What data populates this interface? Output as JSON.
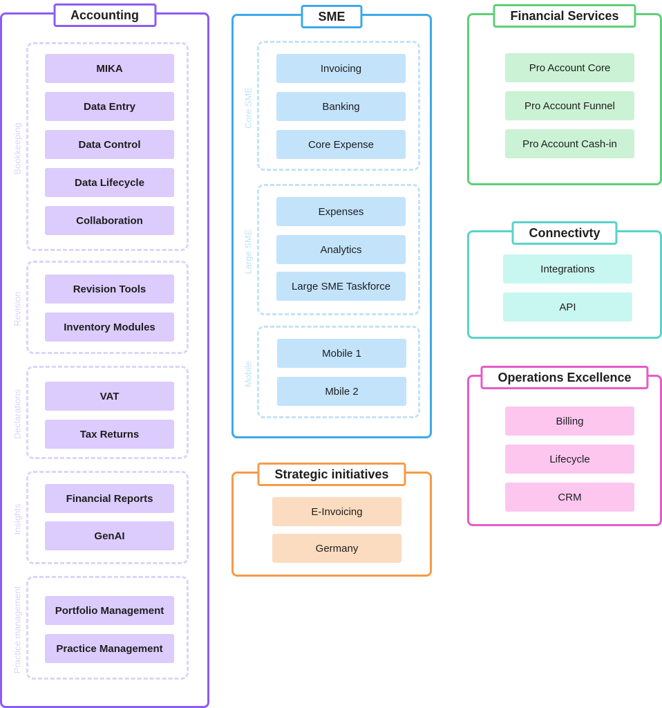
{
  "accounting": {
    "title": "Accounting",
    "groups": [
      {
        "label": "Bookkeeping",
        "items": [
          "MIKA",
          "Data Entry",
          "Data Control",
          "Data Lifecycle",
          "Collaboration"
        ]
      },
      {
        "label": "Revision",
        "items": [
          "Revision Tools",
          "Inventory Modules"
        ]
      },
      {
        "label": "Declarations",
        "items": [
          "VAT",
          "Tax Returns"
        ]
      },
      {
        "label": "Insights",
        "items": [
          "Financial Reports",
          "GenAI"
        ]
      },
      {
        "label": "Practice management",
        "items": [
          "Portfolio Management",
          "Practice Management"
        ]
      }
    ]
  },
  "sme": {
    "title": "SME",
    "groups": [
      {
        "label": "Core SME",
        "items": [
          "Invoicing",
          "Banking",
          "Core Expense"
        ]
      },
      {
        "label": "Large SME",
        "items": [
          "Expenses",
          "Analytics",
          "Large SME Taskforce"
        ]
      },
      {
        "label": "Mobile",
        "items": [
          "Mobile 1",
          "Mbile 2"
        ]
      }
    ]
  },
  "financial_services": {
    "title": "Financial Services",
    "items": [
      "Pro Account Core",
      "Pro Account Funnel",
      "Pro Account Cash-in"
    ]
  },
  "connectivity": {
    "title": "Connectivty",
    "items": [
      "Integrations",
      "API"
    ]
  },
  "operations": {
    "title": "Operations Excellence",
    "items": [
      "Billing",
      "Lifecycle",
      "CRM"
    ]
  },
  "strategic": {
    "title": "Strategic initiatives",
    "items": [
      "E-Invoicing",
      "Germany"
    ]
  },
  "colors": {
    "accounting": "#8b5cf6",
    "sme": "#3da9e8",
    "financial_services": "#5fcf78",
    "connectivity": "#5ad3c8",
    "operations": "#e65bc8",
    "strategic": "#f49b48"
  }
}
